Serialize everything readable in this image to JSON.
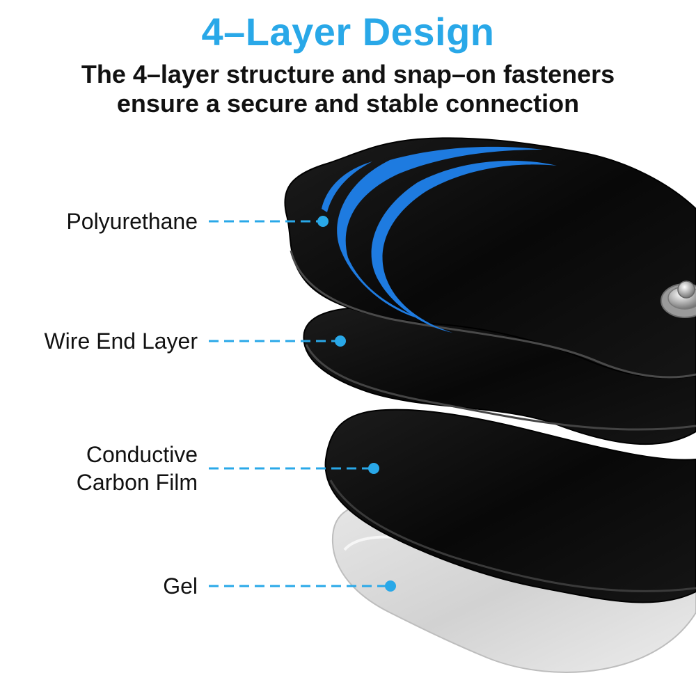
{
  "header": {
    "title": "4–Layer Design",
    "subtitle_lines": [
      "The 4–layer structure and snap–on fasteners",
      "ensure a secure and stable connection"
    ]
  },
  "layers": [
    {
      "name": "polyurethane",
      "label_lines": [
        "Polyurethane"
      ]
    },
    {
      "name": "wire-end-layer",
      "label_lines": [
        "Wire End Layer"
      ]
    },
    {
      "name": "conductive-carbon-film",
      "label_lines": [
        "Conductive",
        "Carbon Film"
      ]
    },
    {
      "name": "gel",
      "label_lines": [
        "Gel"
      ]
    }
  ],
  "colors": {
    "accent": "#29A8E8",
    "stripe_blue": "#1E7BE0",
    "pad_black": "#0B0B0B",
    "gel_gray": "#D9D9D9"
  }
}
